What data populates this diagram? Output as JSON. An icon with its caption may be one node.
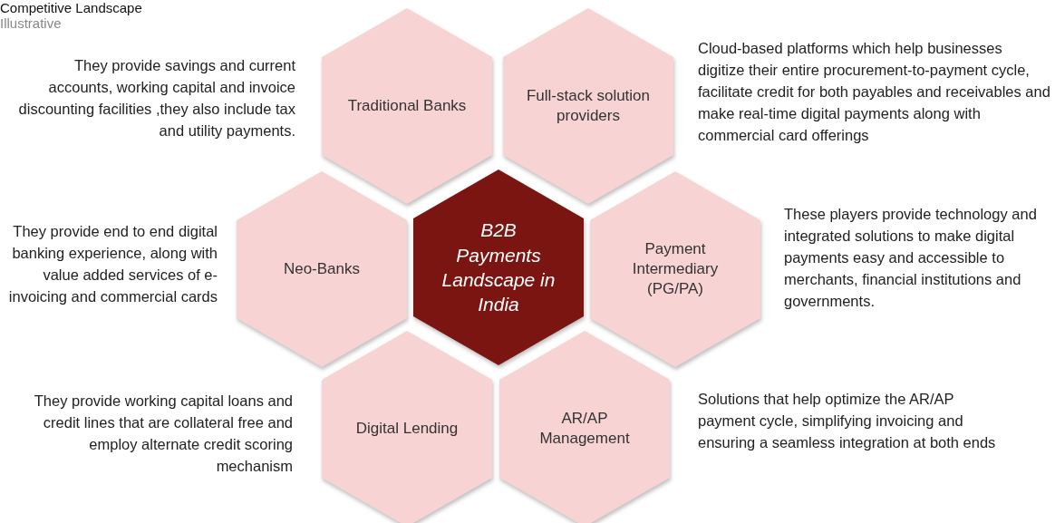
{
  "diagram": {
    "title": "Competitive Landscape",
    "nodes": [
      {
        "text": [
          "Traditional Banks"
        ],
        "beside": [
          "They provide savings and current accounts, working capital and invoice discounting facilities ,they also include tax and utility payments."
        ]
      },
      {
        "text": [
          "Full-stack solution providers"
        ],
        "beside": [
          "Cloud-based platforms which help businesses digitize their entire procurement-to-payment cycle, facilitate credit for both payables and receivables and make real-time digital payments along with commercial card offerings"
        ]
      },
      {
        "text": [
          "Neo-Banks"
        ],
        "beside": [
          "They provide end to end digital banking experience, along with value added services of e-invoicing and commercial cards"
        ]
      },
      {
        "text": [
          "B2B Payments Landscape in India"
        ]
      },
      {
        "text": [
          "Payment Intermediary (PG/PA)"
        ],
        "beside": [
          "These players provide technology and integrated solutions to make digital payments easy and accessible to merchants, financial institutions and governments."
        ]
      },
      {
        "text": [
          "Digital Lending"
        ],
        "beside": [
          "They provide working capital loans and credit lines that are collateral free and employ alternate credit scoring mechanism"
        ]
      },
      {
        "text": [
          "AR/AP Management"
        ],
        "beside": [
          "Solutions that help optimize the AR/AP payment cycle, simplifying invoicing and ensuring a seamless integration at both ends"
        ]
      }
    ],
    "labels": [
      "Illustrative"
    ]
  }
}
